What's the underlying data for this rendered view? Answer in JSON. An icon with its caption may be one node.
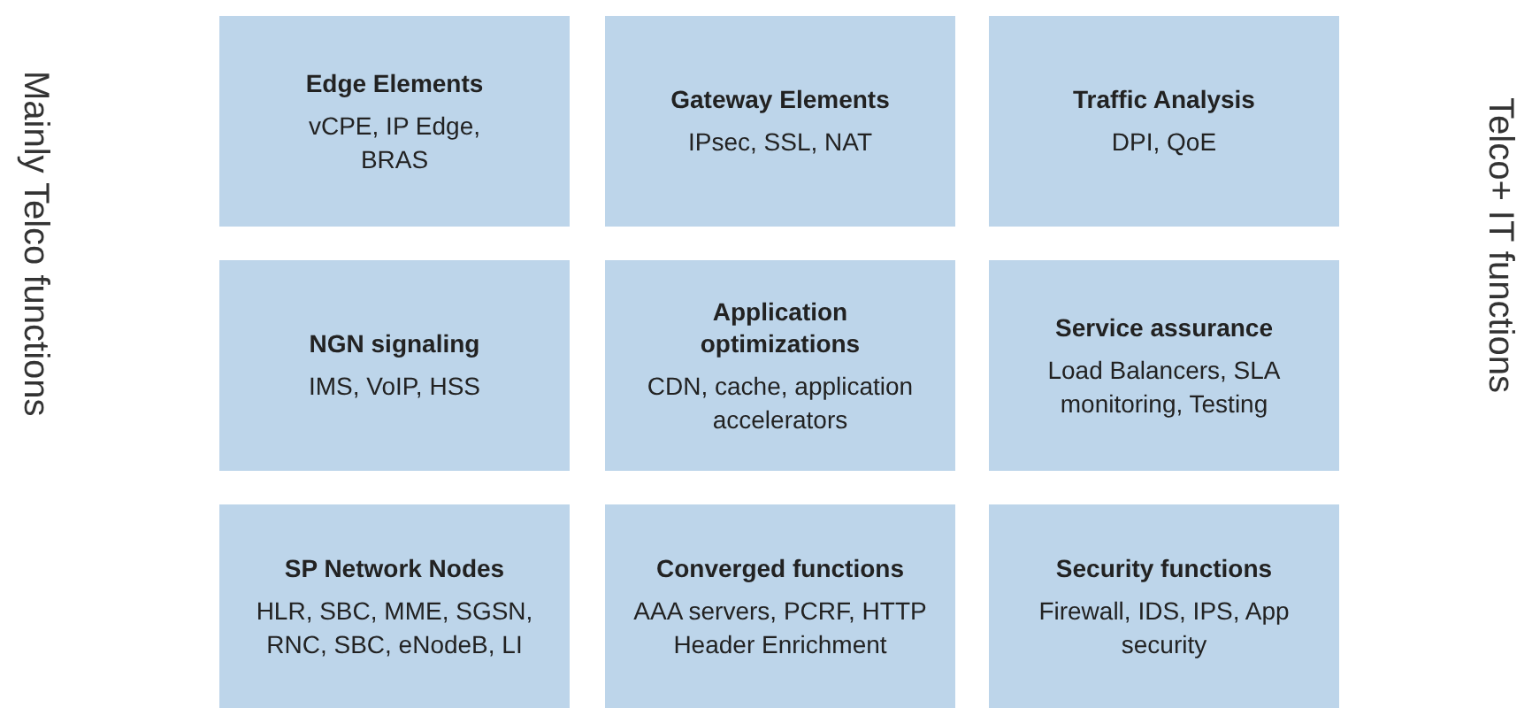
{
  "diagram": {
    "nodes": [
      {
        "text": [
          "Edge Elements",
          "vCPE, IP Edge, BRAS"
        ]
      },
      {
        "text": [
          "Gateway Elements",
          "IPsec, SSL, NAT"
        ]
      },
      {
        "text": [
          "Traffic Analysis",
          "DPI, QoE"
        ]
      },
      {
        "text": [
          "NGN signaling",
          "IMS, VoIP, HSS"
        ]
      },
      {
        "text": [
          "Application optimizations",
          "CDN, cache, application accelerators"
        ]
      },
      {
        "text": [
          "Service assurance",
          "Load Balancers, SLA monitoring, Testing"
        ]
      },
      {
        "text": [
          "SP Network Nodes",
          "HLR, SBC, MME, SGSN, RNC, SBC, eNodeB, LI"
        ]
      },
      {
        "text": [
          "Converged functions",
          "AAA servers, PCRF, HTTP Header Enrichment"
        ]
      },
      {
        "text": [
          "Security functions",
          "Firewall, IDS, IPS, App security"
        ]
      }
    ],
    "labels": [
      "Mainly Telco functions",
      "Telco+ IT functions"
    ]
  }
}
